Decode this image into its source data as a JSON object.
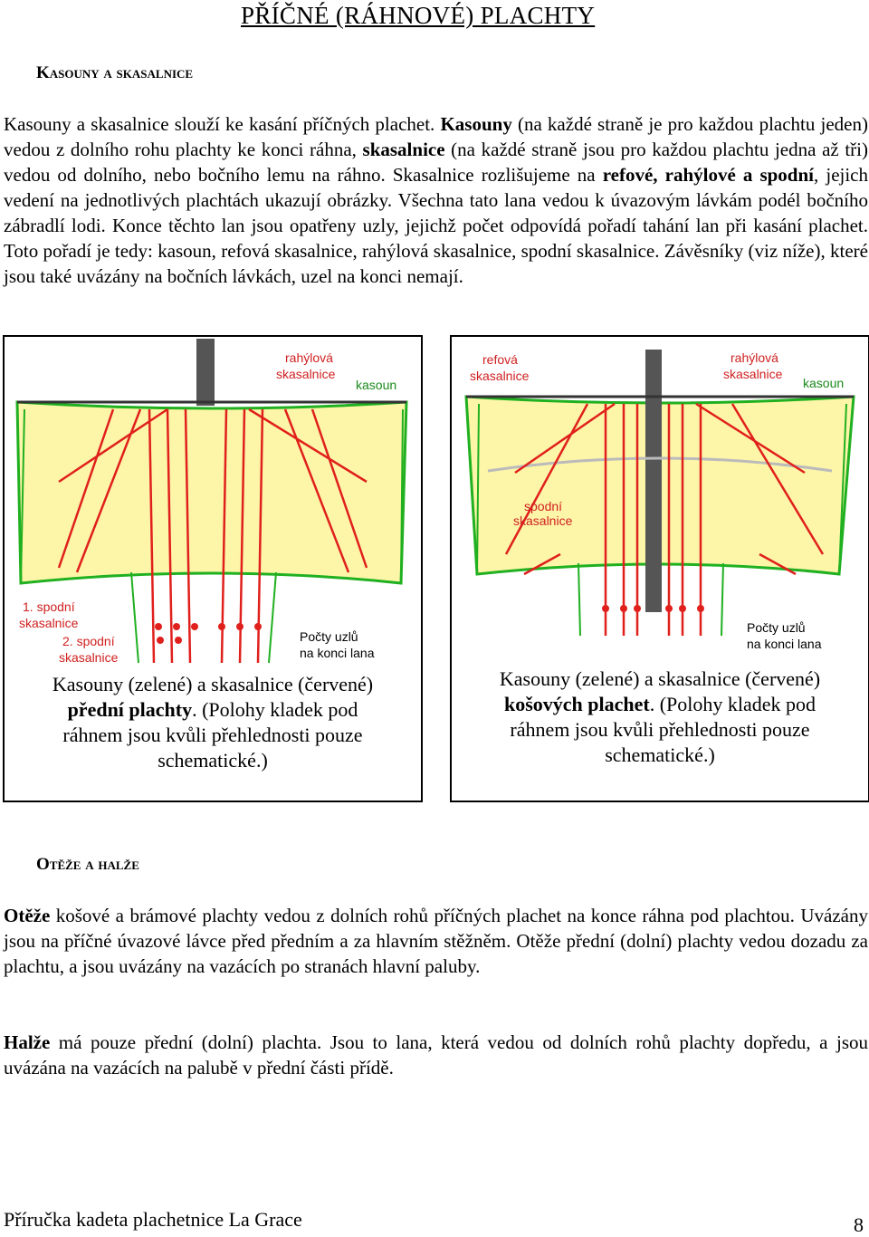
{
  "page_title": "PŘÍČNÉ (RÁHNOVÉ) PLACHTY",
  "section1": {
    "heading": "Kasouny a skasalnice",
    "p1": [
      "Kasouny a skasalnice slouží ke kasání příčných plachet. ",
      "Kasouny",
      " (na každé straně je pro každou plachtu jeden) vedou z dolního rohu plachty ke konci ráhna, ",
      "skasalnice",
      " (na každé straně jsou pro každou plachtu jedna až tři) vedou od dolního, nebo bočního lemu na ráhno. Skasalnice rozlišujeme na ",
      "refové, rahýlové a spodní",
      ", jejich vedení na jednotlivých plachtách ukazují obrázky. Všechna tato lana vedou k úvazovým lávkám podél bočního zábradlí lodi. Konce těchto lan jsou opatřeny uzly, jejichž počet odpovídá pořadí tahání lan při kasání plachet. Toto pořadí je tedy: kasoun, refová skasalnice, rahýlová skasalnice, spodní skasalnice. Závěsníky (viz níže), které jsou také uvázány na bočních lávkách, uzel na konci nemají."
    ]
  },
  "figure1": {
    "labels": {
      "rahylova": "rahýlová",
      "skasalnice": "skasalnice",
      "kasoun": "kasoun",
      "spodni1": "1. spodní",
      "spodni1b": "skasalnice",
      "spodni2": "2. spodní",
      "spodni2b": "skasalnice",
      "pocty": "Počty uzlů",
      "pocty_b": "na konci lana"
    },
    "caption": {
      "line1": "Kasouny (zelené) a skasalnice (červené)",
      "bold": "přední plachty",
      "rest1": ". (Polohy kladek pod",
      "line3": "ráhnem jsou kvůli přehlednosti pouze",
      "line4": "schematické.)"
    }
  },
  "figure2": {
    "labels": {
      "refova": "refová",
      "refova_b": "skasalnice",
      "rahylova": "rahýlová",
      "rahylova_b": "skasalnice",
      "kasoun": "kasoun",
      "spodni": "spodní",
      "spodni_b": "skasalnice",
      "pocty": "Počty uzlů",
      "pocty_b": "na konci lana"
    },
    "caption": {
      "line1": "Kasouny (zelené) a skasalnice (červené)",
      "bold": "košových plachet",
      "rest1": ". (Polohy kladek pod",
      "line3": "ráhnem jsou kvůli přehlednosti pouze",
      "line4": "schematické.)"
    }
  },
  "section2": {
    "heading": "Otěže a halže",
    "p1": [
      "Otěže",
      " košové a brámové plachty vedou z dolních rohů příčných plachet na konce ráhna pod plachtou. Uvázány jsou na příčné úvazové lávce před předním a za hlavním stěžněm. Otěže přední (dolní) plachty vedou dozadu za plachtu, a jsou uvázány na vazácích po stranách hlavní paluby."
    ],
    "p2": [
      "Halže",
      " má pouze přední (dolní) plachta. Jsou to lana, která vedou od dolních rohů plachty dopředu, a jsou uvázána na vazácích na palubě v přední části přídě."
    ]
  },
  "footer": {
    "text": "Příručka kadeta plachetnice La Grace",
    "page": "8"
  },
  "colors": {
    "sail": "#fdf6a8",
    "red": "#e0201c",
    "green": "#20b020",
    "mast": "#555555",
    "label": "#d02020"
  }
}
